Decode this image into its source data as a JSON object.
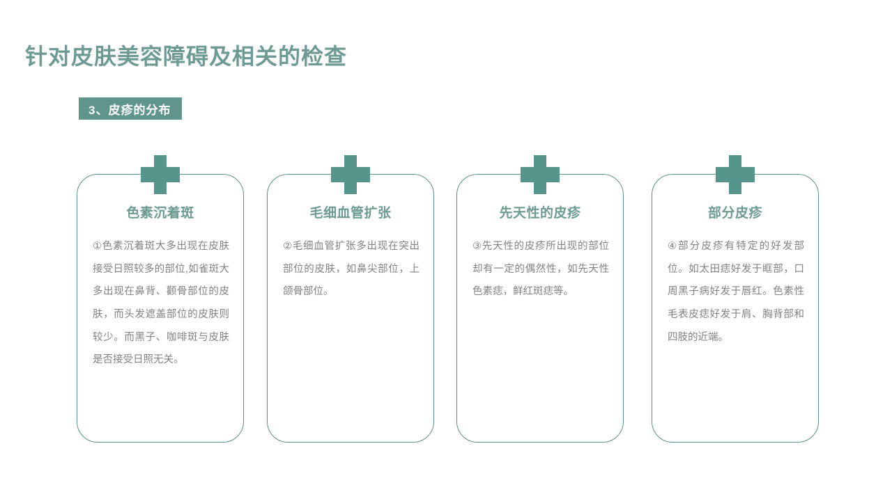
{
  "slide": {
    "title": "针对皮肤美容障碍及相关的检查",
    "section_badge": "3、皮疹的分布",
    "colors": {
      "heading": "#6d9b93",
      "badge_bg": "#5f958d",
      "badge_text": "#ffffff",
      "card_border": "#5a9189",
      "card_title": "#6c9b92",
      "body_text": "#828282",
      "icon": "#56958c",
      "background": "#ffffff"
    },
    "cards": [
      {
        "icon": "cross-icon",
        "title": "色素沉着斑",
        "body": "①色素沉着斑大多出现在皮肤接受日照较多的部位,如雀斑大多出现在鼻背、颧骨部位的皮肤，而头发遮盖部位的皮肤则较少。而黑子、咖啡斑与皮肤是否接受日照无关。"
      },
      {
        "icon": "cross-icon",
        "title": "毛细血管扩张",
        "body": "②毛细血管扩张多出现在突出部位的皮肤，如鼻尖部位，上颌骨部位。"
      },
      {
        "icon": "cross-icon",
        "title": "先天性的皮疹",
        "body": "③先天性的皮疹所出现的部位却有一定的偶然性，如先天性色素痣，鲜红斑痣等。"
      },
      {
        "icon": "cross-icon",
        "title": "部分皮疹",
        "body": "④部分皮疹有特定的好发部位。如太田痣好发于眶部，口周黑子病好发于唇红。色素性毛表皮痣好发于肩、胸背部和四肢的近端。"
      }
    ]
  }
}
